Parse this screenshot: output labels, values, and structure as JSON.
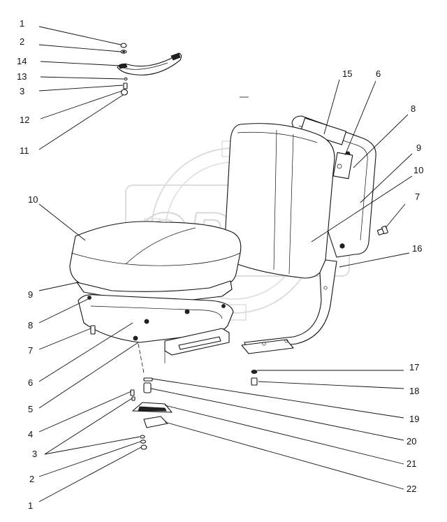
{
  "diagram": {
    "watermark": {
      "text": "OPEX"
    },
    "callouts": [
      {
        "id": "c1-top",
        "text": "1"
      },
      {
        "id": "c2-top",
        "text": "2"
      },
      {
        "id": "c14",
        "text": "14"
      },
      {
        "id": "c13",
        "text": "13"
      },
      {
        "id": "c3-top",
        "text": "3"
      },
      {
        "id": "c12",
        "text": "12"
      },
      {
        "id": "c11",
        "text": "11"
      },
      {
        "id": "c15",
        "text": "15"
      },
      {
        "id": "c6-top",
        "text": "6"
      },
      {
        "id": "c8-right",
        "text": "8"
      },
      {
        "id": "c9-right",
        "text": "9"
      },
      {
        "id": "c10-right",
        "text": "10"
      },
      {
        "id": "c7-right",
        "text": "7"
      },
      {
        "id": "c16",
        "text": "16"
      },
      {
        "id": "c10-left",
        "text": "10"
      },
      {
        "id": "c9-left",
        "text": "9"
      },
      {
        "id": "c8-left",
        "text": "8"
      },
      {
        "id": "c7-left",
        "text": "7"
      },
      {
        "id": "c6-left",
        "text": "6"
      },
      {
        "id": "c5",
        "text": "5"
      },
      {
        "id": "c4",
        "text": "4"
      },
      {
        "id": "c3-bottom",
        "text": "3"
      },
      {
        "id": "c2-bottom",
        "text": "2"
      },
      {
        "id": "c1-bottom",
        "text": "1"
      },
      {
        "id": "c17",
        "text": "17"
      },
      {
        "id": "c18",
        "text": "18"
      },
      {
        "id": "c19",
        "text": "19"
      },
      {
        "id": "c20",
        "text": "20"
      },
      {
        "id": "c21",
        "text": "21"
      },
      {
        "id": "c22",
        "text": "22"
      }
    ]
  }
}
